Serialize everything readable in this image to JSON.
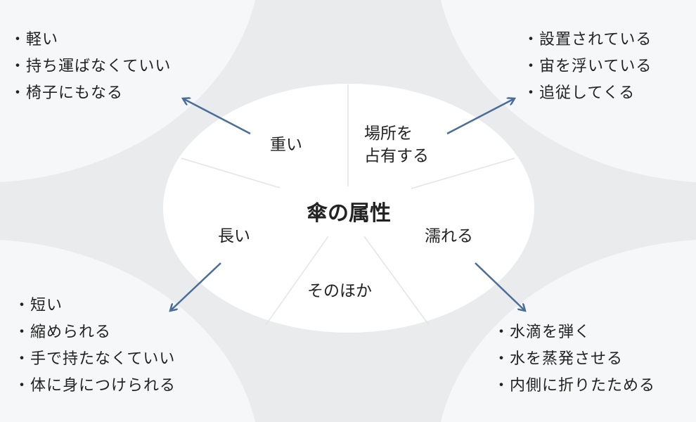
{
  "title": "傘の属性",
  "colors": {
    "arrow": "#4a6d9a",
    "background": "#e9ebed",
    "blob": "#f6f7f8",
    "center": "#ffffff"
  },
  "segments": {
    "heavy": "重い",
    "occupy_line1": "場所を",
    "occupy_line2": "占有する",
    "wet": "濡れる",
    "other": "そのほか",
    "long": "長い"
  },
  "lists": {
    "top_left": [
      "軽い",
      "持ち運ばなくていい",
      "椅子にもなる"
    ],
    "top_right": [
      "設置されている",
      "宙を浮いている",
      "追従してくる"
    ],
    "bottom_left": [
      "短い",
      "縮められる",
      "手で持たなくていい",
      "体に身につけられる"
    ],
    "bottom_right": [
      "水滴を弾く",
      "水を蒸発させる",
      "内側に折りたためる"
    ]
  }
}
